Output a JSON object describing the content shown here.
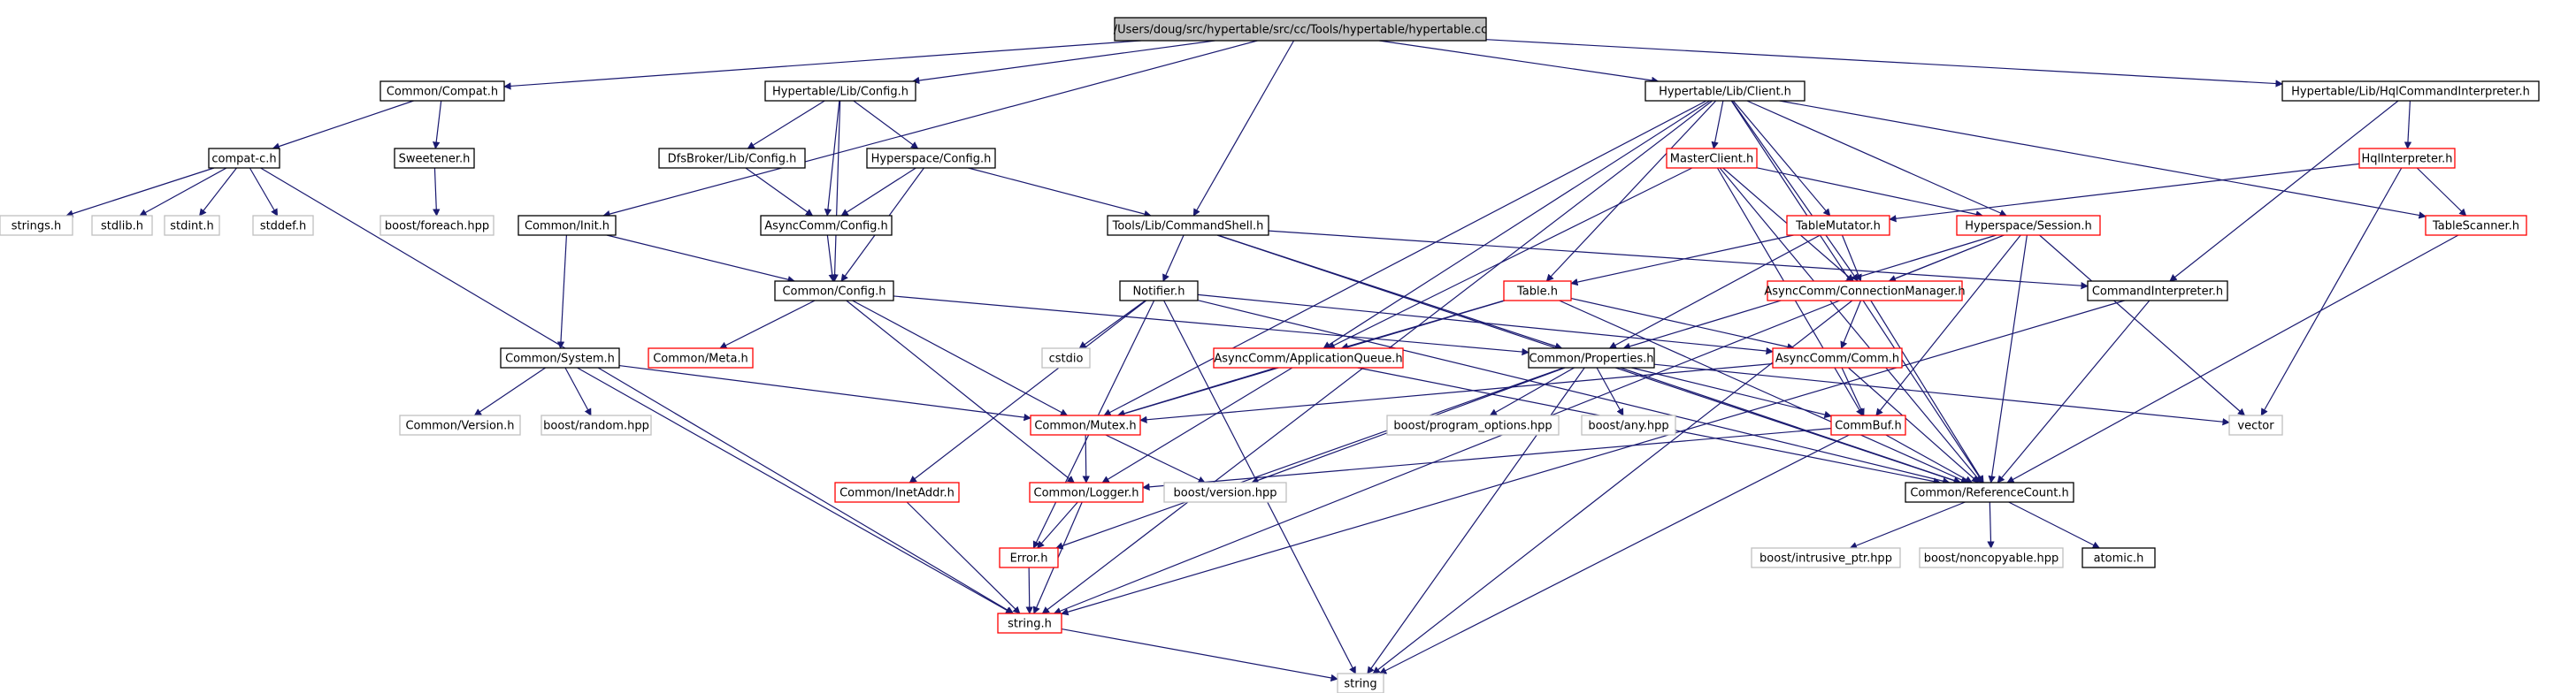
{
  "colors": {
    "edge": "#191970",
    "node_black_border": "#000000",
    "node_red_border": "#ff0000",
    "node_gray_border": "#bfbfbf",
    "root_fill": "#bfbfbf",
    "node_fill": "#ffffff"
  },
  "nodes": [
    {
      "id": "root",
      "label": "/Users/doug/src/hypertable/src/cc/Tools/hypertable/hypertable.cc",
      "style": "root"
    },
    {
      "id": "compat",
      "label": "Common/Compat.h",
      "style": "black"
    },
    {
      "id": "libconfig",
      "label": "Hypertable/Lib/Config.h",
      "style": "black"
    },
    {
      "id": "client",
      "label": "Hypertable/Lib/Client.h",
      "style": "black"
    },
    {
      "id": "hqlci",
      "label": "Hypertable/Lib/HqlCommandInterpreter.h",
      "style": "black"
    },
    {
      "id": "compatc",
      "label": "compat-c.h",
      "style": "black"
    },
    {
      "id": "sweetener",
      "label": "Sweetener.h",
      "style": "black"
    },
    {
      "id": "dfsconfig",
      "label": "DfsBroker/Lib/Config.h",
      "style": "black"
    },
    {
      "id": "hsconfig",
      "label": "Hyperspace/Config.h",
      "style": "black"
    },
    {
      "id": "masterclient",
      "label": "MasterClient.h",
      "style": "red"
    },
    {
      "id": "hqlinterp",
      "label": "HqlInterpreter.h",
      "style": "red"
    },
    {
      "id": "stringsh",
      "label": "strings.h",
      "style": "gray"
    },
    {
      "id": "stdlibh",
      "label": "stdlib.h",
      "style": "gray"
    },
    {
      "id": "stdinth",
      "label": "stdint.h",
      "style": "gray"
    },
    {
      "id": "stddefh",
      "label": "stddef.h",
      "style": "gray"
    },
    {
      "id": "foreach",
      "label": "boost/foreach.hpp",
      "style": "gray"
    },
    {
      "id": "init",
      "label": "Common/Init.h",
      "style": "black"
    },
    {
      "id": "acconfig",
      "label": "AsyncComm/Config.h",
      "style": "black"
    },
    {
      "id": "cmdshell",
      "label": "Tools/Lib/CommandShell.h",
      "style": "black"
    },
    {
      "id": "tablemutator",
      "label": "TableMutator.h",
      "style": "red"
    },
    {
      "id": "hssession",
      "label": "Hyperspace/Session.h",
      "style": "red"
    },
    {
      "id": "tablescanner",
      "label": "TableScanner.h",
      "style": "red"
    },
    {
      "id": "commonconfig",
      "label": "Common/Config.h",
      "style": "black"
    },
    {
      "id": "notifier",
      "label": "Notifier.h",
      "style": "black"
    },
    {
      "id": "tableh",
      "label": "Table.h",
      "style": "red"
    },
    {
      "id": "connmgr",
      "label": "AsyncComm/ConnectionManager.h",
      "style": "red"
    },
    {
      "id": "cmdinterp",
      "label": "CommandInterpreter.h",
      "style": "black"
    },
    {
      "id": "system",
      "label": "Common/System.h",
      "style": "black"
    },
    {
      "id": "meta",
      "label": "Common/Meta.h",
      "style": "red"
    },
    {
      "id": "cstdio",
      "label": "cstdio",
      "style": "gray"
    },
    {
      "id": "appqueue",
      "label": "AsyncComm/ApplicationQueue.h",
      "style": "red"
    },
    {
      "id": "properties",
      "label": "Common/Properties.h",
      "style": "black"
    },
    {
      "id": "comm",
      "label": "AsyncComm/Comm.h",
      "style": "red"
    },
    {
      "id": "version",
      "label": "Common/Version.h",
      "style": "gray"
    },
    {
      "id": "random",
      "label": "boost/random.hpp",
      "style": "gray"
    },
    {
      "id": "mutex",
      "label": "Common/Mutex.h",
      "style": "red"
    },
    {
      "id": "progopts",
      "label": "boost/program_options.hpp",
      "style": "gray"
    },
    {
      "id": "anyhpp",
      "label": "boost/any.hpp",
      "style": "gray"
    },
    {
      "id": "commbuf",
      "label": "CommBuf.h",
      "style": "red"
    },
    {
      "id": "vector",
      "label": "vector",
      "style": "gray"
    },
    {
      "id": "inetaddr",
      "label": "Common/InetAddr.h",
      "style": "red"
    },
    {
      "id": "logger",
      "label": "Common/Logger.h",
      "style": "red"
    },
    {
      "id": "bversion",
      "label": "boost/version.hpp",
      "style": "gray"
    },
    {
      "id": "refcount",
      "label": "Common/ReferenceCount.h",
      "style": "black"
    },
    {
      "id": "error",
      "label": "Error.h",
      "style": "red"
    },
    {
      "id": "intrusive",
      "label": "boost/intrusive_ptr.hpp",
      "style": "gray"
    },
    {
      "id": "noncopyable",
      "label": "boost/noncopyable.hpp",
      "style": "gray"
    },
    {
      "id": "atomic",
      "label": "atomic.h",
      "style": "black"
    },
    {
      "id": "stringh",
      "label": "string.h",
      "style": "red"
    },
    {
      "id": "string",
      "label": "string",
      "style": "gray"
    }
  ],
  "edges": [
    [
      "root",
      "compat"
    ],
    [
      "root",
      "libconfig"
    ],
    [
      "root",
      "client"
    ],
    [
      "root",
      "hqlci"
    ],
    [
      "root",
      "init"
    ],
    [
      "root",
      "cmdshell"
    ],
    [
      "compat",
      "compatc"
    ],
    [
      "compat",
      "sweetener"
    ],
    [
      "compatc",
      "stringsh"
    ],
    [
      "compatc",
      "stdlibh"
    ],
    [
      "compatc",
      "stdinth"
    ],
    [
      "compatc",
      "stddefh"
    ],
    [
      "compatc",
      "stringh"
    ],
    [
      "sweetener",
      "foreach"
    ],
    [
      "libconfig",
      "dfsconfig"
    ],
    [
      "libconfig",
      "hsconfig"
    ],
    [
      "libconfig",
      "acconfig"
    ],
    [
      "libconfig",
      "commonconfig"
    ],
    [
      "dfsconfig",
      "acconfig"
    ],
    [
      "hsconfig",
      "acconfig"
    ],
    [
      "hsconfig",
      "commonconfig"
    ],
    [
      "hsconfig",
      "cmdshell"
    ],
    [
      "acconfig",
      "commonconfig"
    ],
    [
      "init",
      "commonconfig"
    ],
    [
      "init",
      "system"
    ],
    [
      "commonconfig",
      "meta"
    ],
    [
      "commonconfig",
      "properties"
    ],
    [
      "commonconfig",
      "mutex"
    ],
    [
      "commonconfig",
      "logger"
    ],
    [
      "system",
      "version"
    ],
    [
      "system",
      "random"
    ],
    [
      "system",
      "mutex"
    ],
    [
      "system",
      "stringh"
    ],
    [
      "cmdshell",
      "notifier"
    ],
    [
      "cmdshell",
      "cmdinterp"
    ],
    [
      "cmdshell",
      "properties"
    ],
    [
      "cmdshell",
      "refcount"
    ],
    [
      "notifier",
      "cstdio"
    ],
    [
      "notifier",
      "inetaddr"
    ],
    [
      "notifier",
      "error"
    ],
    [
      "notifier",
      "comm"
    ],
    [
      "notifier",
      "refcount"
    ],
    [
      "notifier",
      "string"
    ],
    [
      "client",
      "masterclient"
    ],
    [
      "client",
      "tablemutator"
    ],
    [
      "client",
      "hssession"
    ],
    [
      "client",
      "tablescanner"
    ],
    [
      "client",
      "tableh"
    ],
    [
      "client",
      "connmgr"
    ],
    [
      "client",
      "appqueue"
    ],
    [
      "client",
      "refcount"
    ],
    [
      "client",
      "mutex"
    ],
    [
      "client",
      "stringh"
    ],
    [
      "hqlci",
      "hqlinterp"
    ],
    [
      "hqlci",
      "cmdinterp"
    ],
    [
      "hqlinterp",
      "tablemutator"
    ],
    [
      "hqlinterp",
      "tablescanner"
    ],
    [
      "hqlinterp",
      "vector"
    ],
    [
      "masterclient",
      "hssession"
    ],
    [
      "masterclient",
      "connmgr"
    ],
    [
      "masterclient",
      "appqueue"
    ],
    [
      "masterclient",
      "commbuf"
    ],
    [
      "masterclient",
      "refcount"
    ],
    [
      "tablemutator",
      "tableh"
    ],
    [
      "tablemutator",
      "connmgr"
    ],
    [
      "tablemutator",
      "properties"
    ],
    [
      "hssession",
      "connmgr"
    ],
    [
      "hssession",
      "properties"
    ],
    [
      "hssession",
      "commbuf"
    ],
    [
      "hssession",
      "vector"
    ],
    [
      "hssession",
      "refcount"
    ],
    [
      "hssession",
      "stringh"
    ],
    [
      "tablescanner",
      "refcount"
    ],
    [
      "tableh",
      "appqueue"
    ],
    [
      "tableh",
      "mutex"
    ],
    [
      "tableh",
      "comm"
    ],
    [
      "tableh",
      "refcount"
    ],
    [
      "connmgr",
      "comm"
    ],
    [
      "connmgr",
      "refcount"
    ],
    [
      "connmgr",
      "string"
    ],
    [
      "cmdinterp",
      "refcount"
    ],
    [
      "cmdinterp",
      "stringh"
    ],
    [
      "appqueue",
      "mutex"
    ],
    [
      "appqueue",
      "logger"
    ],
    [
      "appqueue",
      "refcount"
    ],
    [
      "properties",
      "progopts"
    ],
    [
      "properties",
      "anyhpp"
    ],
    [
      "properties",
      "vector"
    ],
    [
      "properties",
      "string"
    ],
    [
      "properties",
      "bversion"
    ],
    [
      "properties",
      "error"
    ],
    [
      "properties",
      "refcount"
    ],
    [
      "properties",
      "commbuf"
    ],
    [
      "comm",
      "commbuf"
    ],
    [
      "comm",
      "mutex"
    ],
    [
      "comm",
      "refcount"
    ],
    [
      "commbuf",
      "logger"
    ],
    [
      "commbuf",
      "refcount"
    ],
    [
      "commbuf",
      "string"
    ],
    [
      "mutex",
      "logger"
    ],
    [
      "mutex",
      "bversion"
    ],
    [
      "inetaddr",
      "stringh"
    ],
    [
      "logger",
      "error"
    ],
    [
      "logger",
      "stringh"
    ],
    [
      "error",
      "stringh"
    ],
    [
      "refcount",
      "intrusive"
    ],
    [
      "refcount",
      "noncopyable"
    ],
    [
      "refcount",
      "atomic"
    ],
    [
      "stringh",
      "string"
    ]
  ]
}
